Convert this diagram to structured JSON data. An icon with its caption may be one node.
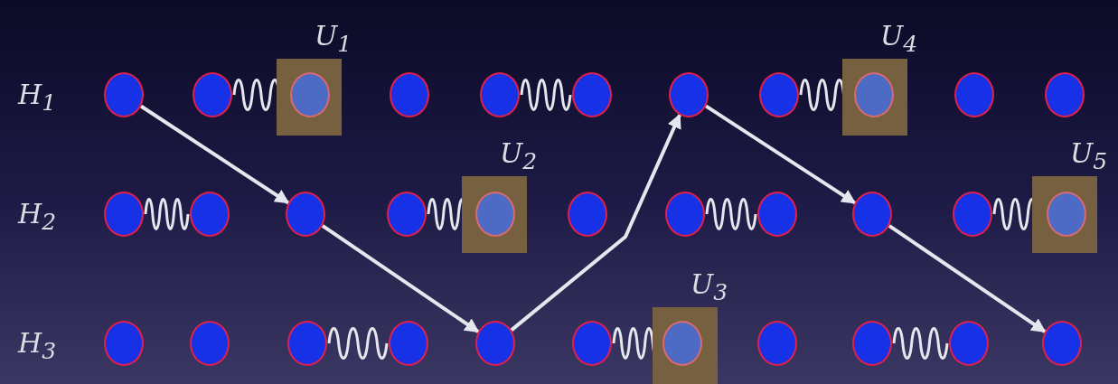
{
  "diagram": {
    "nodes": [
      {
        "text": [],
        "shape": "circle"
      },
      {
        "text": [],
        "shape": "circle"
      },
      {
        "text": [
          "U$_{1}$"
        ]
      },
      {
        "text": [],
        "shape": "circle",
        "in": 2
      },
      {
        "text": [],
        "shape": "circle"
      },
      {
        "text": [],
        "shape": "circle"
      },
      {
        "text": [],
        "shape": "circle"
      },
      {
        "text": [],
        "shape": "circle"
      },
      {
        "text": [],
        "shape": "circle"
      },
      {
        "text": [
          "U$_{4}$"
        ]
      },
      {
        "text": [],
        "shape": "circle",
        "in": 9
      },
      {
        "text": [],
        "shape": "circle"
      },
      {
        "text": [],
        "shape": "circle"
      },
      {
        "text": [],
        "shape": "circle"
      },
      {
        "text": [],
        "shape": "circle"
      },
      {
        "text": [],
        "shape": "circle"
      },
      {
        "text": [],
        "shape": "circle"
      },
      {
        "text": [
          "U$_{2}$"
        ]
      },
      {
        "text": [],
        "shape": "circle",
        "in": 17
      },
      {
        "text": [],
        "shape": "circle"
      },
      {
        "text": [],
        "shape": "circle"
      },
      {
        "text": [],
        "shape": "circle"
      },
      {
        "text": [],
        "shape": "circle"
      },
      {
        "text": [],
        "shape": "circle"
      },
      {
        "text": [
          "U$_{5}$"
        ]
      },
      {
        "text": [],
        "shape": "circle",
        "in": 24
      },
      {
        "text": [],
        "shape": "circle"
      },
      {
        "text": [],
        "shape": "circle"
      },
      {
        "text": [],
        "shape": "circle"
      },
      {
        "text": [],
        "shape": "circle"
      },
      {
        "text": [],
        "shape": "circle"
      },
      {
        "text": [],
        "shape": "circle"
      },
      {
        "text": [
          "U$_{3}$"
        ]
      },
      {
        "text": [],
        "shape": "circle",
        "in": 32
      },
      {
        "text": [],
        "shape": "circle"
      },
      {
        "text": [],
        "shape": "circle"
      },
      {
        "text": [],
        "shape": "circle"
      },
      {
        "text": [],
        "shape": "circle"
      }
    ],
    "edges": [
      {
        "from": 1,
        "to": 3,
        "arrow": "none"
      },
      {
        "from": 5,
        "to": 6,
        "arrow": "none"
      },
      {
        "from": 8,
        "to": 10,
        "arrow": "none"
      },
      {
        "from": 13,
        "to": 14,
        "arrow": "none"
      },
      {
        "from": 16,
        "to": 18,
        "arrow": "none"
      },
      {
        "from": 20,
        "to": 21,
        "arrow": "none"
      },
      {
        "from": 23,
        "to": 25,
        "arrow": "none"
      },
      {
        "from": 28,
        "to": 29,
        "arrow": "none"
      },
      {
        "from": 31,
        "to": 33,
        "arrow": "none"
      },
      {
        "from": 35,
        "to": 36,
        "arrow": "none"
      },
      {
        "from": 0,
        "to": 15,
        "arrow": "to"
      },
      {
        "from": 15,
        "to": 30,
        "arrow": "to"
      },
      {
        "from": 30,
        "to": 7,
        "arrow": "to"
      },
      {
        "from": 7,
        "to": 22,
        "arrow": "to"
      },
      {
        "from": 22,
        "to": 37,
        "arrow": "to"
      }
    ],
    "labels": [
      "H$_{1}$",
      "H$_{2}$",
      "H$_{3}$"
    ]
  }
}
